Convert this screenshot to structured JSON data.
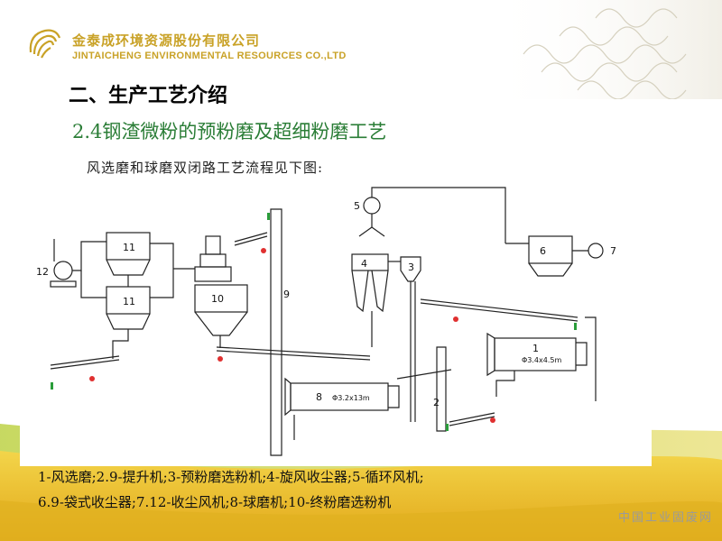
{
  "company": {
    "name_cn": "金泰成环境资源股份有限公司",
    "name_en": "JINTAICHENG ENVIRONMENTAL RESOURCES CO.,LTD"
  },
  "section_title": "二、生产工艺介绍",
  "sub_title": "2.4钢渣微粉的预粉磨及超细粉磨工艺",
  "intro": "风选磨和球磨双闭路工艺流程见下图:",
  "diagram": {
    "labels": {
      "n1": "1",
      "n2": "2",
      "n3": "3",
      "n4": "4",
      "n5": "5",
      "n6": "6",
      "n7": "7",
      "n8": "8",
      "n9": "9",
      "n10": "10",
      "n11a": "11",
      "n11b": "11",
      "n12": "12",
      "mill1_spec": "Φ3.4x4.5m",
      "mill8_spec": "Φ3.2x13m"
    }
  },
  "legend": {
    "line1": "1-风选磨;2.9-提升机;3-预粉磨选粉机;4-旋风收尘器;5-循环风机;",
    "line2": "6.9-袋式收尘器;7.12-收尘风机;8-球磨机;10-终粉磨选粉机"
  },
  "watermark": "中国工业固废网",
  "colors": {
    "gold": "#c9a227",
    "green_title": "#2a7d36",
    "band_yellow": "#e9c21a",
    "band_green": "#8cb63c"
  }
}
